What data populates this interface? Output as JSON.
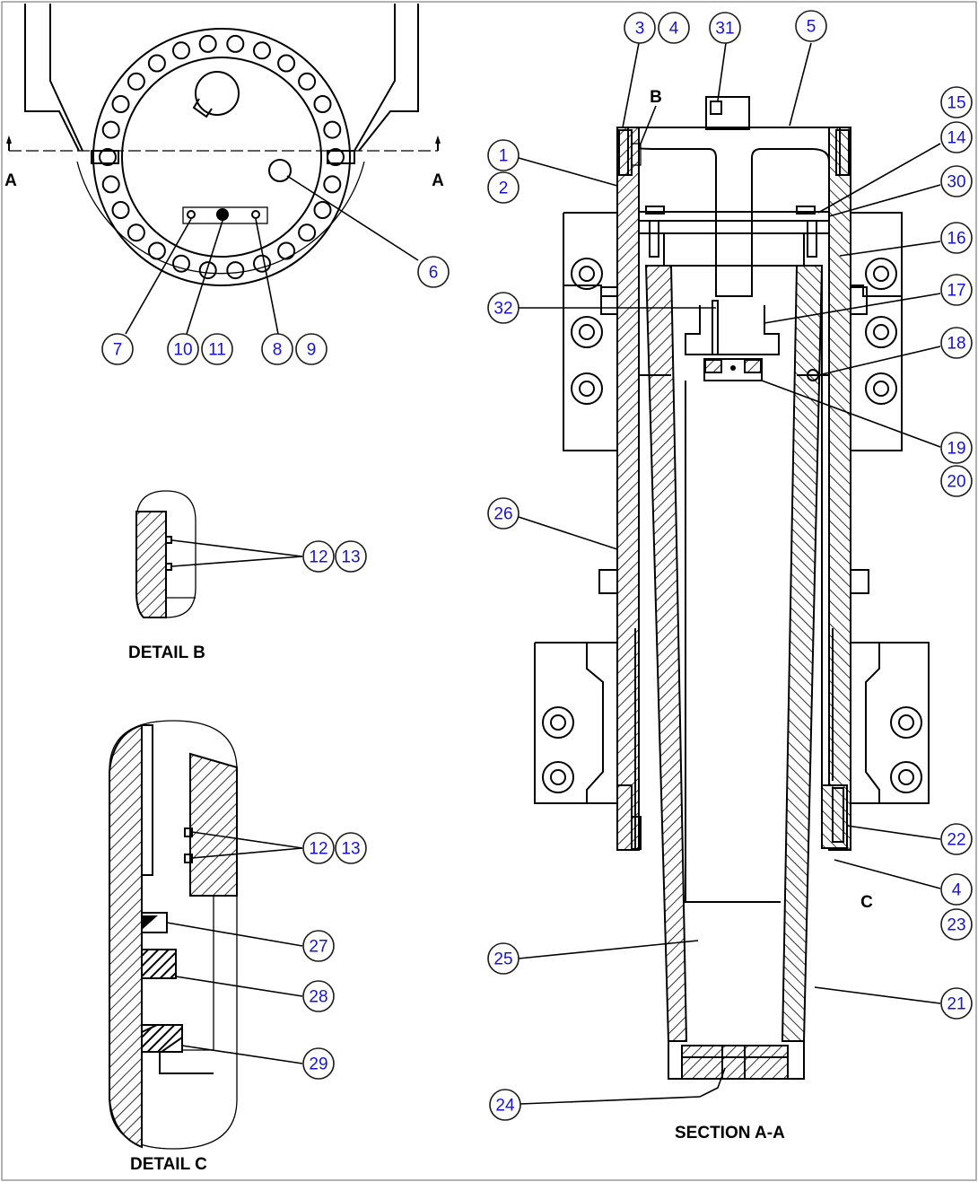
{
  "diagram": {
    "labels": {
      "section_title": "SECTION A-A",
      "detail_b_title": "DETAIL B",
      "detail_c_title": "DETAIL C",
      "cut_left": "A",
      "cut_right": "A",
      "detail_b_marker": "B",
      "detail_c_marker": "C"
    },
    "callouts": [
      "1",
      "2",
      "3",
      "4",
      "31",
      "5",
      "15",
      "14",
      "30",
      "16",
      "32",
      "17",
      "18",
      "19",
      "20",
      "26",
      "22",
      "4",
      "23",
      "25",
      "21",
      "24",
      "6",
      "7",
      "10",
      "11",
      "8",
      "9",
      "12",
      "13",
      "12",
      "13",
      "27",
      "28",
      "29"
    ],
    "colors": {
      "callout_text": "#1414d4",
      "line": "#000000",
      "background": "#ffffff"
    }
  }
}
